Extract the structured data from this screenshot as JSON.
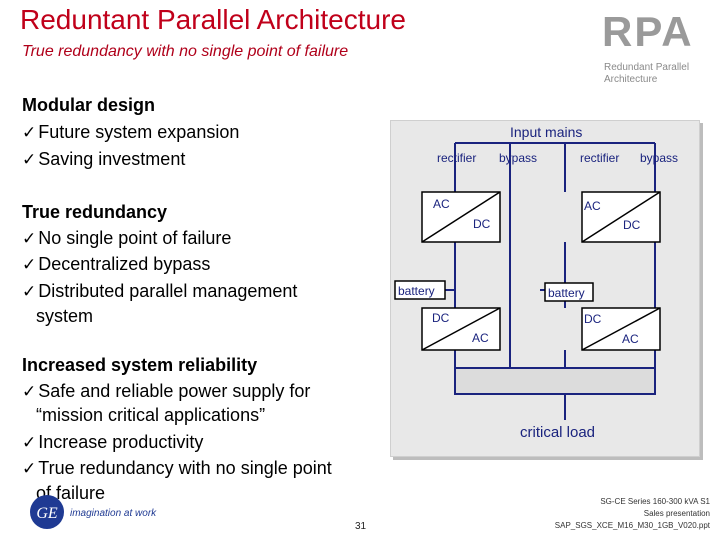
{
  "header": {
    "title": "Reduntant Parallel Architecture",
    "subtitle": "True redundancy with no single point of failure"
  },
  "logo": {
    "abbr": "RPA",
    "line1": "Redundant Parallel",
    "line2": "Architecture"
  },
  "sections": [
    {
      "heading": "Modular design",
      "bullets": [
        "Future system expansion",
        "Saving investment"
      ]
    },
    {
      "heading": "True redundancy",
      "bullets": [
        "No single point of failure",
        "Decentralized bypass",
        "Distributed parallel management",
        "system"
      ]
    },
    {
      "heading": "Increased system reliability",
      "bullets": [
        "Safe and reliable power supply for",
        "“mission critical applications”",
        "Increase productivity",
        "True redundancy with no single point",
        "of failure"
      ]
    }
  ],
  "tick_glyph": "✓",
  "diagram": {
    "input_mains": "Input mains",
    "rectifier": "rectifier",
    "bypass": "bypass",
    "ac": "AC",
    "dc": "DC",
    "battery": "battery",
    "critical_load": "critical load",
    "box_color": "#1a237e",
    "line_color": "#1a237e"
  },
  "footer": {
    "line1": "SG-CE Series 160-300 kVA S1",
    "line2": "Sales presentation",
    "line3": "SAP_SGS_XCE_M16_M30_1GB_V020.ppt",
    "page": "31",
    "ge_tagline": "imagination at work"
  }
}
